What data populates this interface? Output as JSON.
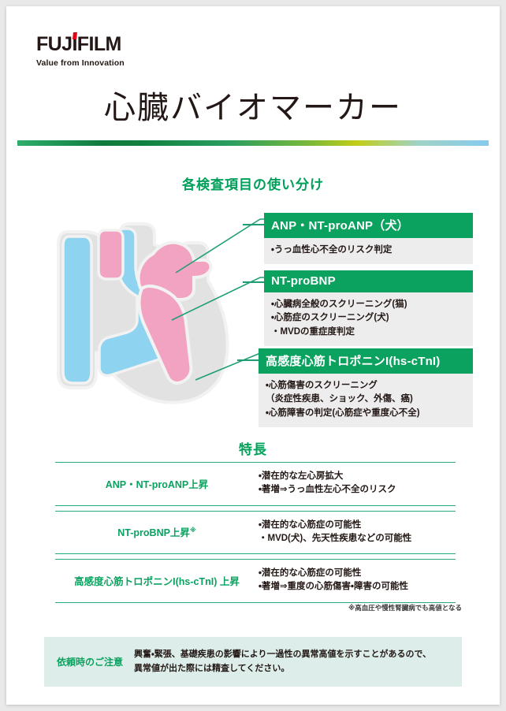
{
  "brand": {
    "name_part1": "FUJ",
    "name_i": "I",
    "name_part2": "FILM",
    "tagline": "Value from Innovation",
    "accent_color": "#e50012"
  },
  "title": "心臓バイオマーカー",
  "theme": {
    "green": "#0ba260",
    "heart_pink": "#f2a3c1",
    "heart_blue": "#8ed3f0",
    "heart_gray": "#e2e2e2",
    "leader_line": "#1f9e76",
    "caution_bg": "#ddeeea"
  },
  "sections": {
    "usage_heading": "各検査項目の使い分け",
    "features_heading": "特長"
  },
  "callouts": [
    {
      "title": "ANP・NT-proANP（犬）",
      "items": [
        "・うっ血性心不全のリスク判定"
      ]
    },
    {
      "title": "NT-proBNP",
      "items": [
        "・心臓病全般のスクリーニング(猫)",
        "・心筋症のスクリーニング(犬)",
        "・MVDの重症度判定"
      ]
    },
    {
      "title": "高感度心筋トロポニンI(hs-cTnI)",
      "items": [
        "・心筋傷害のスクリーニング",
        "（炎症性疾患、ショック、外傷、癌)",
        "・心筋障害の判定(心筋症や重度心不全)"
      ]
    }
  ],
  "features_table": {
    "rows": [
      {
        "label": "ANP・NT-proANP上昇",
        "label_mark": "",
        "values": [
          "・潜在的な左心房拡大",
          "・著増⇒うっ血性左心不全のリスク"
        ]
      },
      {
        "label": "NT-proBNP上昇",
        "label_mark": "※",
        "values": [
          "・潜在的な心筋症の可能性",
          "・MVD(犬)、先天性疾患などの可能性"
        ]
      },
      {
        "label": "高感度心筋トロポニンI(hs-cTnI) 上昇",
        "label_mark": "",
        "values": [
          "・潜在的な心筋症の可能性",
          "・著増⇒重度の心筋傷害・障害の可能性"
        ]
      }
    ],
    "footnote": "※高血圧や慢性腎臓病でも高値となる"
  },
  "caution": {
    "label": "依頼時のご注意",
    "lines": [
      "興奮・緊張、基礎疾患の影響により一過性の異常高値を示すことがあるので、",
      "異常値が出た際には精査してください。"
    ]
  }
}
